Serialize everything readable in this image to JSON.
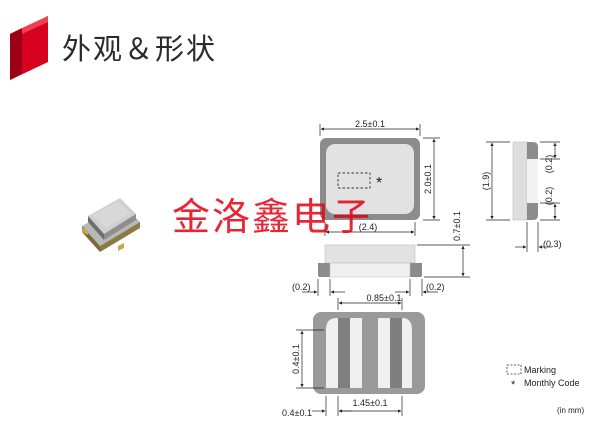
{
  "header": {
    "title": "外观＆形状"
  },
  "watermark": "金洛鑫电子",
  "colors": {
    "accent": "#d7001f",
    "accent_dark": "#9c0016",
    "body_gray": "#9a9a9a",
    "dark_gray": "#777777",
    "pad_gray": "#8c8c8c",
    "watermark": "#e60012"
  },
  "dimensions": {
    "top_width": "2.5±0.1",
    "top_height": "2.0±0.1",
    "inner_width": "(2.4)",
    "side_height": "(1.9)",
    "side_pad_a": "(0.2)",
    "side_pad_b": "(0.2)",
    "side_depth": "(0.3)",
    "thickness": "0.7±0.1",
    "front_left": "(0.2)",
    "front_right": "(0.2)",
    "pad_gap": "0.85±0.1",
    "pad_height": "0.4±0.1",
    "pad_width": "0.4±0.1",
    "pad_pitch": "1.45±0.1"
  },
  "legend": {
    "marking_label": "Marking",
    "monthly_symbol": "*",
    "monthly_label": "Monthly Code",
    "units": "(in mm)"
  }
}
